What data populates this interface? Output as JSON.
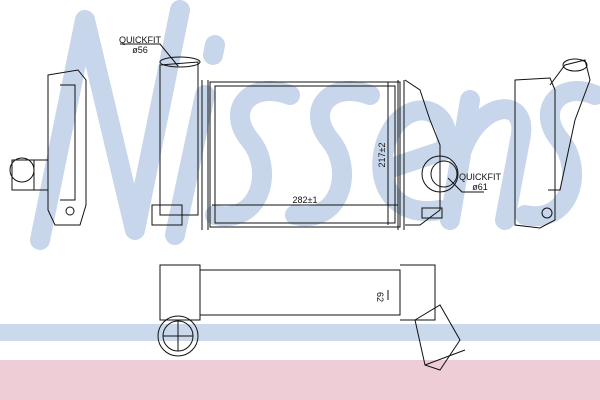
{
  "watermark": "Nissens",
  "labels": {
    "inlet_type": "QUICKFIT",
    "inlet_diameter": "ø56",
    "outlet_type": "QUICKFIT",
    "outlet_diameter": "ø61",
    "width_dim": "282±1",
    "height_dim": "217±2",
    "depth_dim": "62"
  },
  "colors": {
    "watermark": "#c7d6ea",
    "band_blue": "#cad9ec",
    "band_pink": "#efcdd6"
  }
}
